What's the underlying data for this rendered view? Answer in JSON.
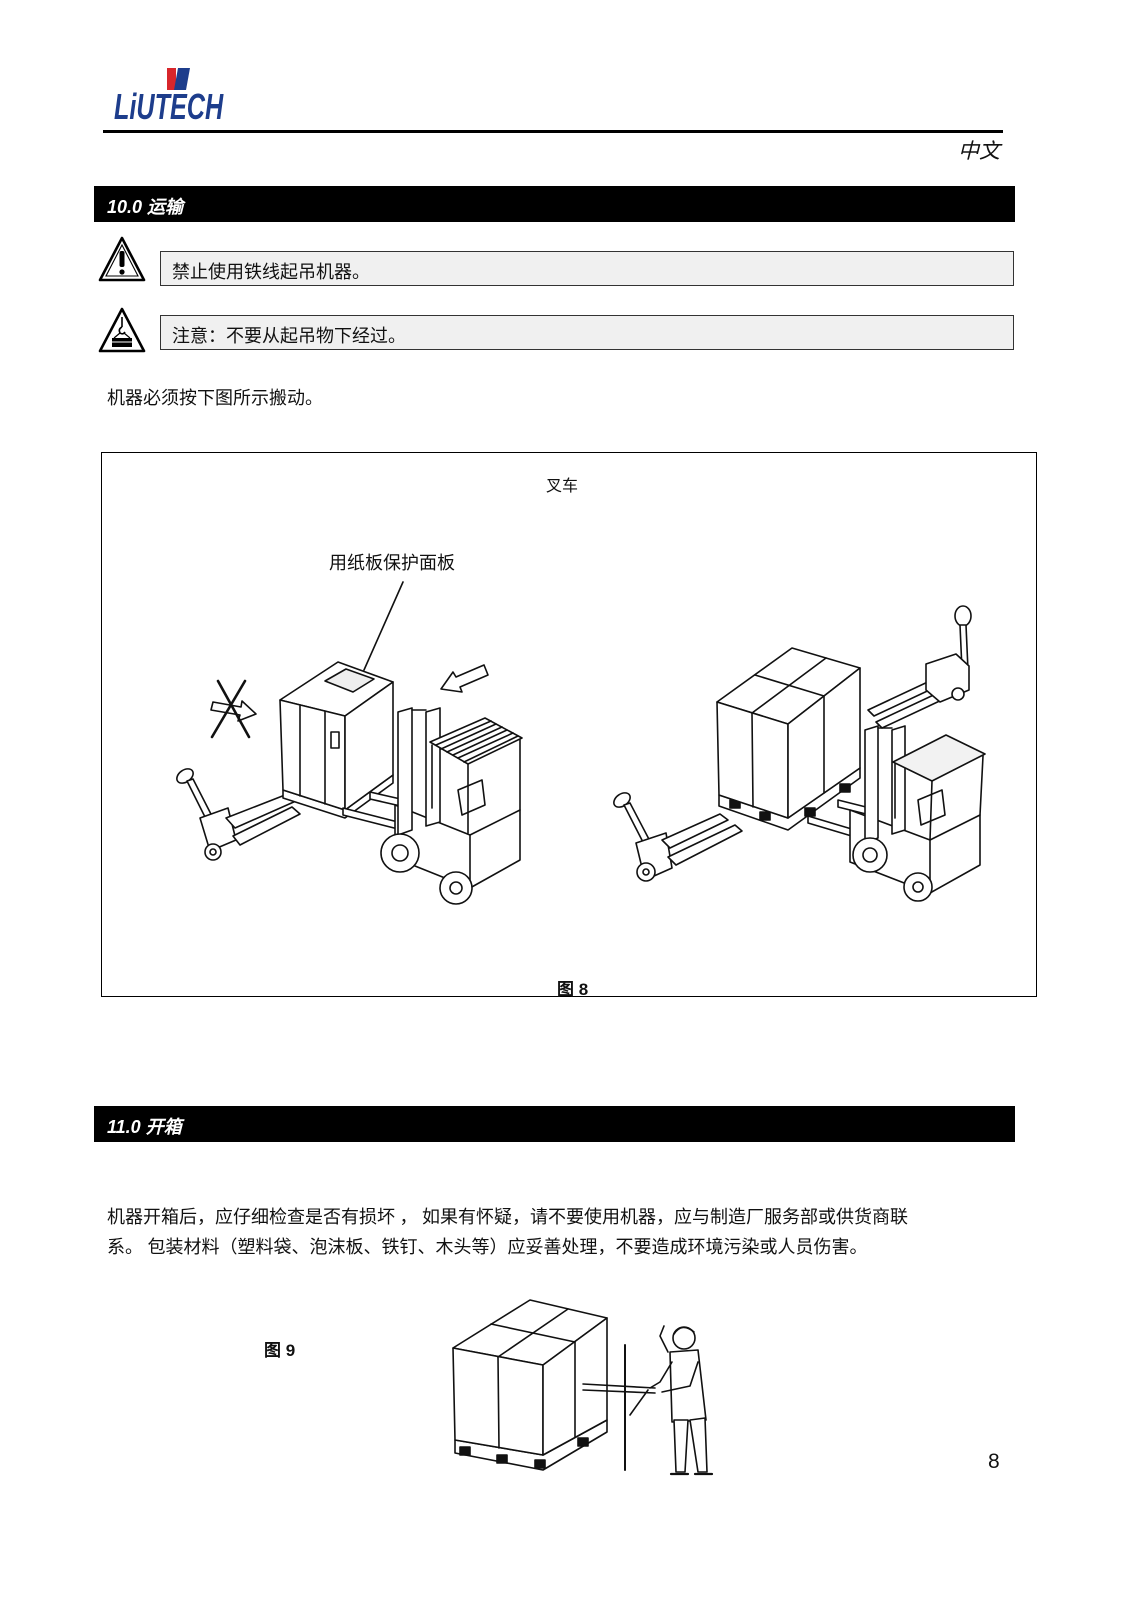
{
  "header": {
    "logo_text": "LiUTECH",
    "language": "中文"
  },
  "section_10": {
    "title": "10.0 运输",
    "warnings": [
      {
        "icon": "warning-icon",
        "text": "禁止使用铁线起吊机器。"
      },
      {
        "icon": "overhead-load-icon",
        "text": "注意：不要从起吊物下经过。"
      }
    ],
    "intro": "机器必须按下图所示搬动。"
  },
  "figure_8": {
    "label_forklift": "叉车",
    "callout": "用纸板保护面板",
    "caption": "图 8"
  },
  "section_11": {
    "title": "11.0 开箱",
    "paragraph_lines": [
      "机器开箱后，应仔细检查是否有损坏 ， 如果有怀疑，请不要使用机器，应与制造厂服务部或供货商联",
      "系。 包装材料（塑料袋、泡沫板、铁钉、木头等）应妥善处理，不要造成环境污染或人员伤害。"
    ]
  },
  "figure_9": {
    "caption": "图 9"
  },
  "page_number": "8",
  "colors": {
    "section_bar": "#000000",
    "logo_blue": "#1d3d8c",
    "logo_red": "#d8262b",
    "warning_box_bg": "#f0f0f0"
  }
}
